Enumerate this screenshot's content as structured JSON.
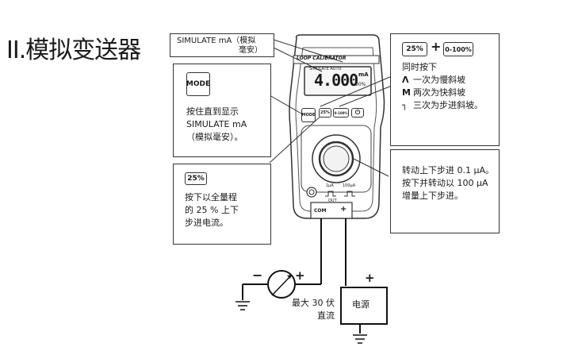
{
  "title": "II.模拟变送器",
  "simulate_callout": {
    "line1": "SIMULATE mA（模拟",
    "line2": "毫安）"
  },
  "mode_box": {
    "key": "MODE",
    "lines": [
      "按住直到显示",
      "SIMULATE mA",
      "（模拟毫安）。"
    ]
  },
  "pct25_box": {
    "key": "25%",
    "lines": [
      "按下以全量程",
      "的 25 % 上下",
      "步进电流。"
    ]
  },
  "ramp_box": {
    "key_a": "25%",
    "plus": "+",
    "key_b": "0-100%",
    "heading": "同时按下",
    "items": [
      {
        "icon": "slow-ramp-icon",
        "text": "一次为慢斜坡"
      },
      {
        "icon": "fast-ramp-icon",
        "text": "两次为快斜坡"
      },
      {
        "icon": "step-ramp-icon",
        "text": "三次为步进斜坡。"
      }
    ]
  },
  "knob_box": {
    "lines": [
      "转动上下步进 0.1 μA。",
      "按下并转动以 100 μA",
      "增量上下步进。"
    ]
  },
  "device": {
    "brand": "LOOP CALIBRATOR",
    "display_header": "SIMULATE AUTO",
    "reading": "4.000",
    "unit": "mA",
    "pct": "00%",
    "btn_mode": "MODE",
    "btn_25": "25%",
    "btn_0100": "0-100%",
    "step_small": "1μA",
    "step_large": "100μA",
    "jack_com": "COM",
    "jack_plus": "+",
    "jack_label": "OUT"
  },
  "circuit": {
    "meter_minus": "−",
    "meter_plus": "+",
    "supply_plus": "+",
    "supply_label": "电源",
    "max_label": {
      "line1": "最大  30 伏",
      "line2": "直流"
    }
  }
}
